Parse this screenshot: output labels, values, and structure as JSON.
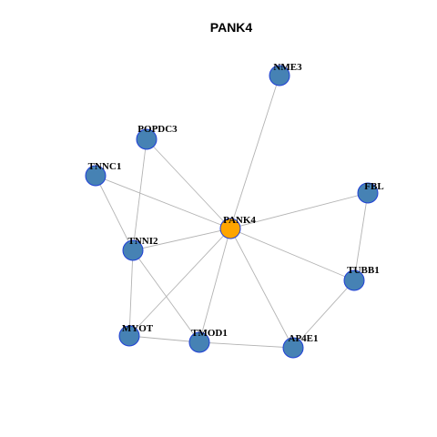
{
  "title": "PANK4",
  "colors": {
    "center_node": "#FFA500",
    "node": "#4682B4",
    "node_border": "#1F3FD6",
    "edge": "#B3B3B3"
  },
  "nodes": [
    {
      "id": "PANK4",
      "role": "center"
    },
    {
      "id": "NME3",
      "role": "neighbor"
    },
    {
      "id": "POPDC3",
      "role": "neighbor"
    },
    {
      "id": "TNNC1",
      "role": "neighbor"
    },
    {
      "id": "FBL",
      "role": "neighbor"
    },
    {
      "id": "TNNI2",
      "role": "neighbor"
    },
    {
      "id": "TUBB1",
      "role": "neighbor"
    },
    {
      "id": "MYOT",
      "role": "neighbor"
    },
    {
      "id": "TMOD1",
      "role": "neighbor"
    },
    {
      "id": "AP4E1",
      "role": "neighbor"
    }
  ],
  "edges": [
    [
      "PANK4",
      "NME3"
    ],
    [
      "PANK4",
      "POPDC3"
    ],
    [
      "PANK4",
      "TNNC1"
    ],
    [
      "PANK4",
      "FBL"
    ],
    [
      "PANK4",
      "TNNI2"
    ],
    [
      "PANK4",
      "TUBB1"
    ],
    [
      "PANK4",
      "MYOT"
    ],
    [
      "PANK4",
      "TMOD1"
    ],
    [
      "PANK4",
      "AP4E1"
    ],
    [
      "POPDC3",
      "TNNI2"
    ],
    [
      "TNNC1",
      "TNNI2"
    ],
    [
      "TNNI2",
      "MYOT"
    ],
    [
      "TNNI2",
      "TMOD1"
    ],
    [
      "MYOT",
      "TMOD1"
    ],
    [
      "TMOD1",
      "AP4E1"
    ],
    [
      "AP4E1",
      "TUBB1"
    ],
    [
      "FBL",
      "TUBB1"
    ]
  ]
}
